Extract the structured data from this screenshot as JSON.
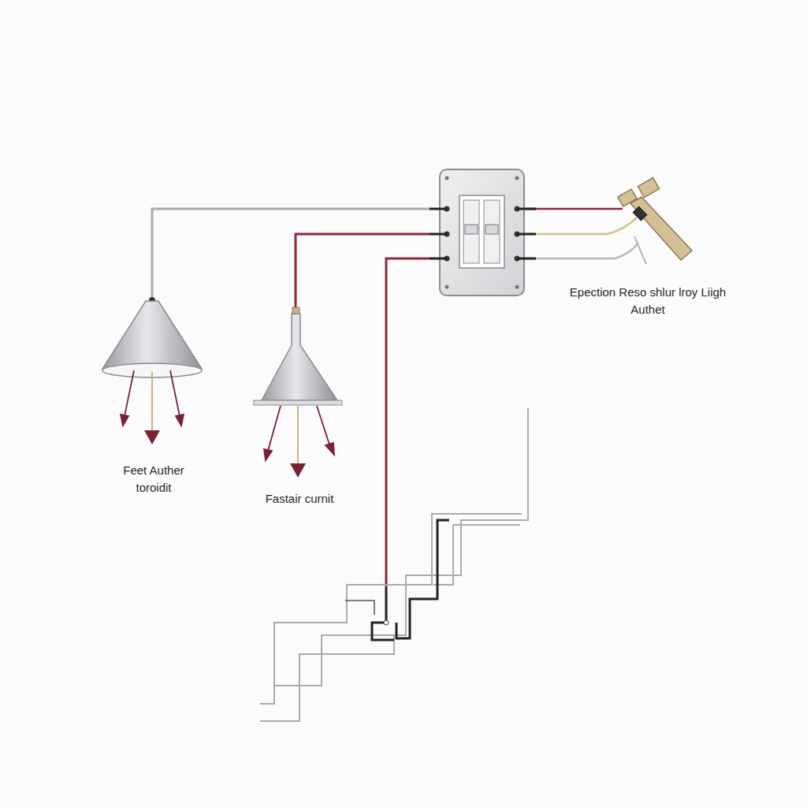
{
  "diagram": {
    "labels": [
      "Epection Reso shlur lroy Liigh Authet",
      "Feet Auther toroidit",
      "Fastair curnit"
    ]
  }
}
